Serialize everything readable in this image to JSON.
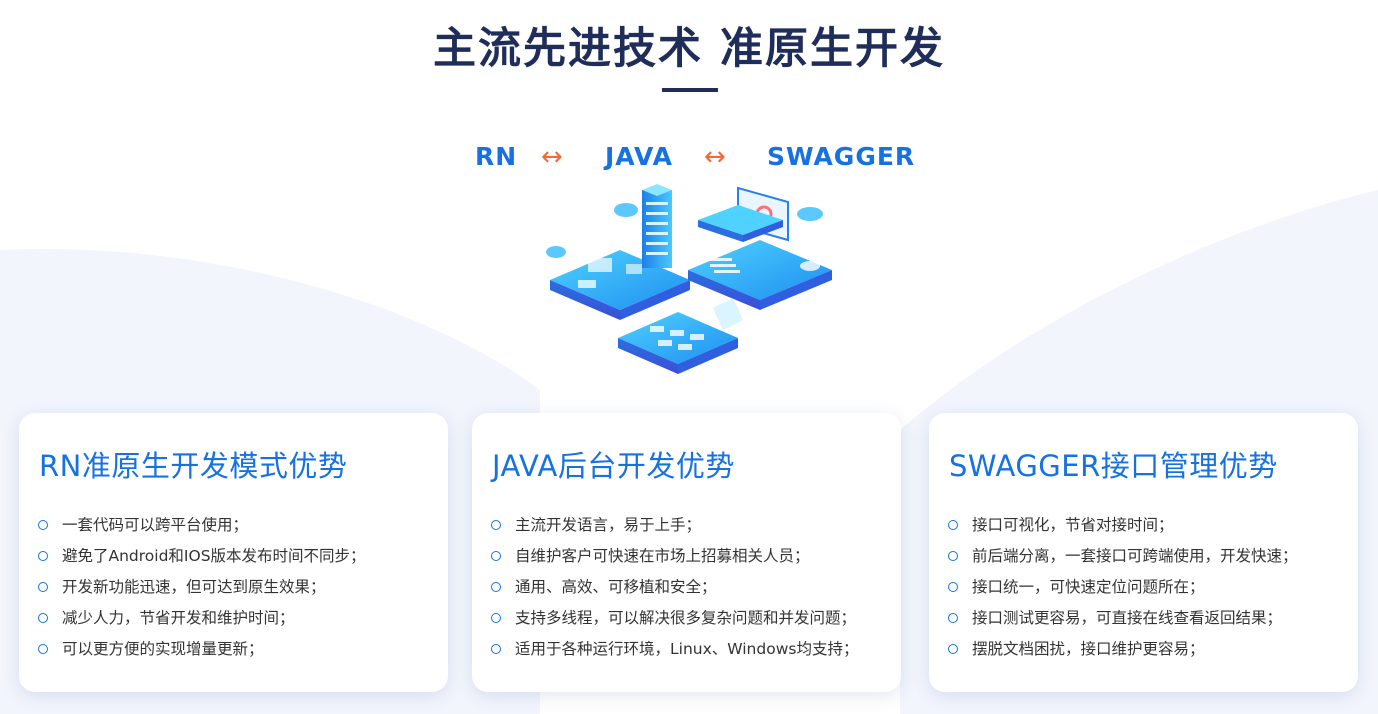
{
  "header": {
    "title": "主流先进技术 准原生开发"
  },
  "tech_stack": {
    "items": [
      "RN",
      "JAVA",
      "SWAGGER"
    ],
    "separator": "↔"
  },
  "colors": {
    "title": "#1e2d5a",
    "accent": "#1672e0",
    "arrow": "#ef6b3a",
    "text": "#333333"
  },
  "cards": [
    {
      "title": "RN准原生开发模式优势",
      "points": [
        "一套代码可以跨平台使用；",
        "避免了Android和IOS版本发布时间不同步；",
        "开发新功能迅速，但可达到原生效果；",
        "减少人力，节省开发和维护时间；",
        "可以更方便的实现增量更新；"
      ]
    },
    {
      "title": "JAVA后台开发优势",
      "points": [
        "主流开发语言，易于上手；",
        "自维护客户可快速在市场上招募相关人员；",
        "通用、高效、可移植和安全；",
        "支持多线程，可以解决很多复杂问题和并发问题；",
        "适用于各种运行环境，Linux、Windows均支持；"
      ]
    },
    {
      "title": "SWAGGER接口管理优势",
      "points": [
        "接口可视化，节省对接时间；",
        "前后端分离，一套接口可跨端使用，开发快速；",
        "接口统一，可快速定位问题所在；",
        "接口测试更容易，可直接在线查看返回结果；",
        "摆脱文档困扰，接口维护更容易；"
      ]
    }
  ]
}
